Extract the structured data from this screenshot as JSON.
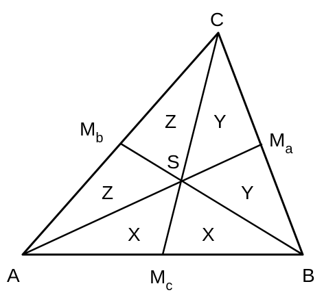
{
  "vertices": {
    "a": "A",
    "b": "B",
    "c": "C"
  },
  "midpoints": {
    "ma": {
      "main": "M",
      "sub": "a"
    },
    "mb": {
      "main": "M",
      "sub": "b"
    },
    "mc": {
      "main": "M",
      "sub": "c"
    }
  },
  "centroid": "S",
  "regions": {
    "z_upper": "Z",
    "y_upper": "Y",
    "z_left": "Z",
    "y_right": "Y",
    "x_left": "X",
    "x_right": "X"
  }
}
